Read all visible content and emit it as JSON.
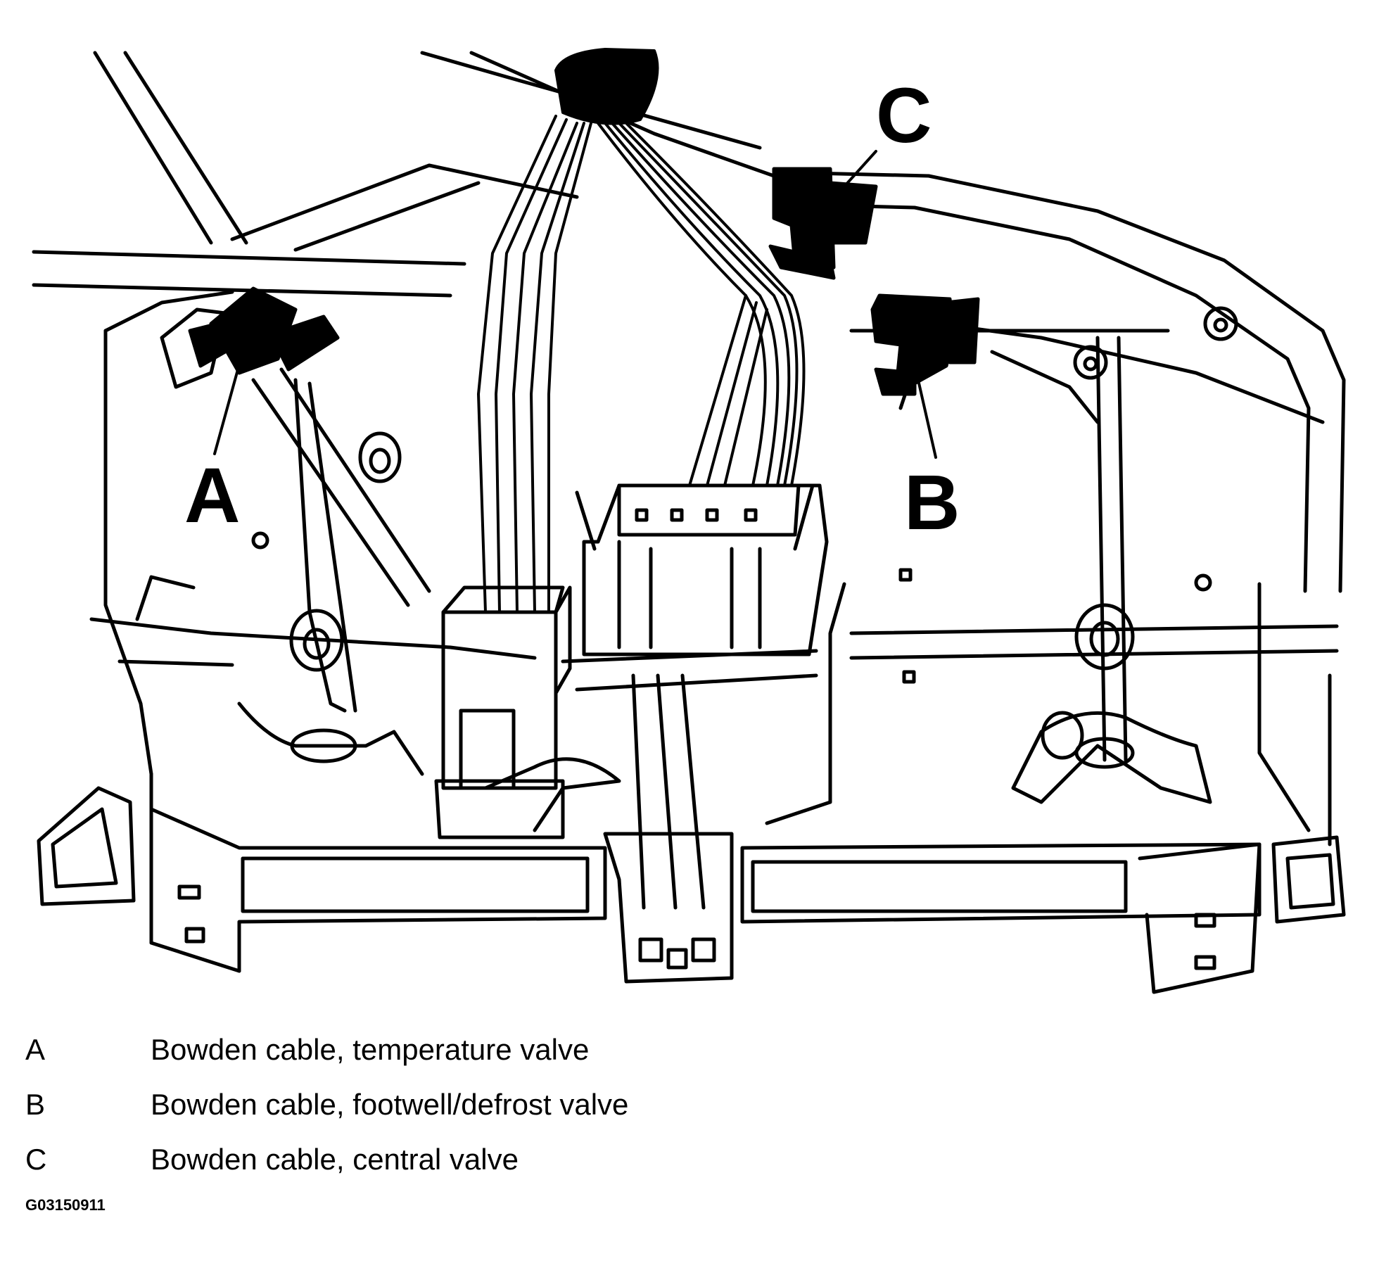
{
  "callouts": {
    "a": "A",
    "b": "B",
    "c": "C"
  },
  "legend": [
    {
      "key": "A",
      "text": "Bowden cable, temperature valve"
    },
    {
      "key": "B",
      "text": "Bowden cable, footwell/defrost valve"
    },
    {
      "key": "C",
      "text": "Bowden cable, central valve"
    }
  ],
  "figure_code": "G03150911"
}
